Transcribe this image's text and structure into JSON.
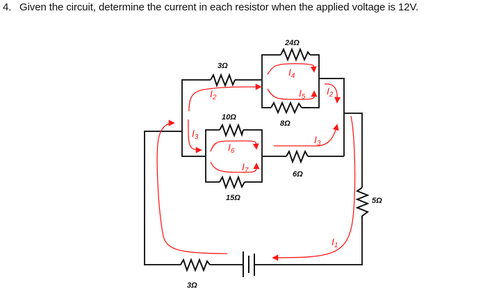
{
  "question": {
    "number": "4.",
    "text": "Given the circuit, determine the current in each resistor when the applied voltage is 12V."
  },
  "circuit": {
    "applied_voltage": "12V",
    "resistors": [
      {
        "id": "R_top_24",
        "label": "24Ω"
      },
      {
        "id": "R_8",
        "label": "8Ω"
      },
      {
        "id": "R_3_upper",
        "label": "3Ω"
      },
      {
        "id": "R_10",
        "label": "10Ω"
      },
      {
        "id": "R_15",
        "label": "15Ω"
      },
      {
        "id": "R_6",
        "label": "6Ω"
      },
      {
        "id": "R_5",
        "label": "5Ω"
      },
      {
        "id": "R_3_bottom",
        "label": "3Ω"
      }
    ],
    "currents": [
      {
        "id": "I1",
        "base": "I",
        "sub": "1"
      },
      {
        "id": "I2a",
        "base": "I",
        "sub": "2"
      },
      {
        "id": "I2b",
        "base": "I",
        "sub": "2"
      },
      {
        "id": "I3a",
        "base": "I",
        "sub": "3"
      },
      {
        "id": "I3b",
        "base": "I",
        "sub": "3"
      },
      {
        "id": "I4",
        "base": "I",
        "sub": "4"
      },
      {
        "id": "I5",
        "base": "I",
        "sub": "5"
      },
      {
        "id": "I6",
        "base": "I",
        "sub": "6"
      },
      {
        "id": "I7",
        "base": "I",
        "sub": "7"
      }
    ],
    "colors": {
      "wire": "#222222",
      "current": "#ff1a1a"
    }
  }
}
